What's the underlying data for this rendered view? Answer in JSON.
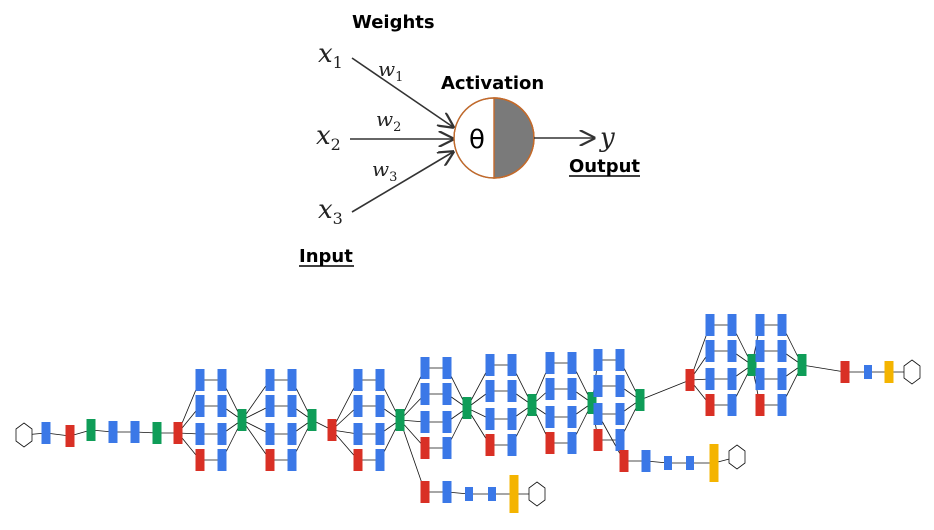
{
  "neuron": {
    "weights_label": "Weights",
    "activation_label": "Activation",
    "input_label": "Input",
    "output_label": "Output",
    "activation_symbol": "θ",
    "inputs": [
      {
        "var": "x",
        "sub": "1"
      },
      {
        "var": "x",
        "sub": "2"
      },
      {
        "var": "x",
        "sub": "3"
      }
    ],
    "weights": [
      {
        "var": "w",
        "sub": "1"
      },
      {
        "var": "w",
        "sub": "2"
      },
      {
        "var": "w",
        "sub": "3"
      }
    ],
    "output_var": "y",
    "colors": {
      "activation_fill": "#7a7a7a",
      "activation_border": "#c46a2a"
    }
  },
  "network": {
    "legend_colors": {
      "conv": "#3b78e7",
      "pool": "#d93025",
      "concat": "#0f9d58",
      "softmax_fc": "#f4b400",
      "io": "#ffffff"
    }
  }
}
